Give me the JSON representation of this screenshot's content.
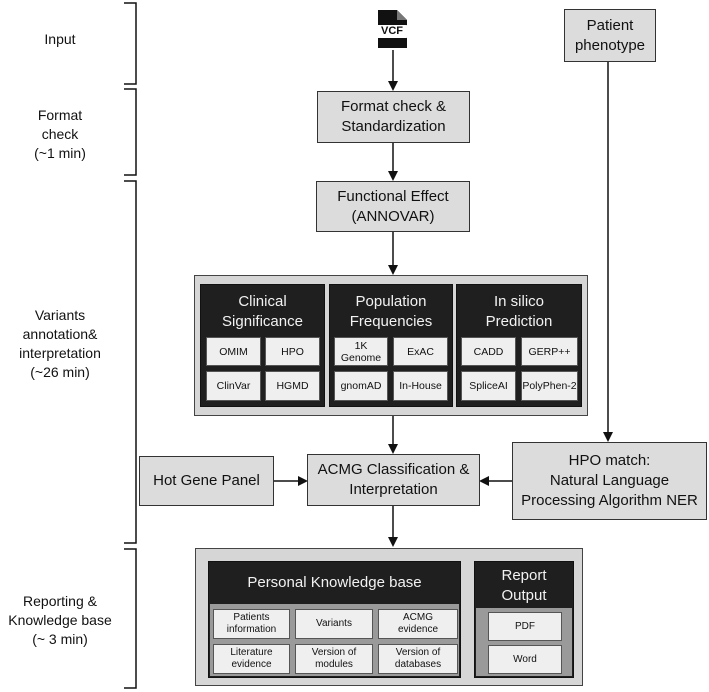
{
  "stages": {
    "input": "Input",
    "format": "Format\ncheck\n(~1 min)",
    "variants": "Variants\nannotation&\ninterpretation\n(~26 min)",
    "reporting": "Reporting &\nKnowledge base\n(~ 3 min)"
  },
  "vcf_icon": {
    "label": "VCF"
  },
  "boxes": {
    "patient_phenotype": "Patient\nphenotype",
    "format_check": "Format check &\nStandardization",
    "functional_effect": "Functional Effect\n(ANNOVAR)",
    "hot_gene_panel": "Hot Gene Panel",
    "acmg": "ACMG Classification &\nInterpretation",
    "hpo_match": "HPO match:\nNatural Language\nProcessing Algorithm NER"
  },
  "annotation_groups": [
    {
      "title": "Clinical\nSignificance",
      "items": [
        "OMIM",
        "HPO",
        "ClinVar",
        "HGMD"
      ]
    },
    {
      "title": "Population\nFrequencies",
      "items": [
        "1K\nGenome",
        "ExAC",
        "gnomAD",
        "In-House"
      ]
    },
    {
      "title": "In silico\nPrediction",
      "items": [
        "CADD",
        "GERP++",
        "SpliceAI",
        "PolyPhen-2"
      ]
    }
  ],
  "knowledge_base": {
    "title": "Personal Knowledge base",
    "items": [
      "Patients\ninformation",
      "Variants",
      "ACMG\nevidence",
      "Literature\nevidence",
      "Version of\nmodules",
      "Version of\ndatabases"
    ]
  },
  "report_output": {
    "title": "Report\nOutput",
    "items": [
      "PDF",
      "Word"
    ]
  },
  "colors": {
    "box_fill": "#dcdcdc",
    "group_fill": "#1f1f1f",
    "cell_fill": "#efefef",
    "arrow": "#111111"
  }
}
